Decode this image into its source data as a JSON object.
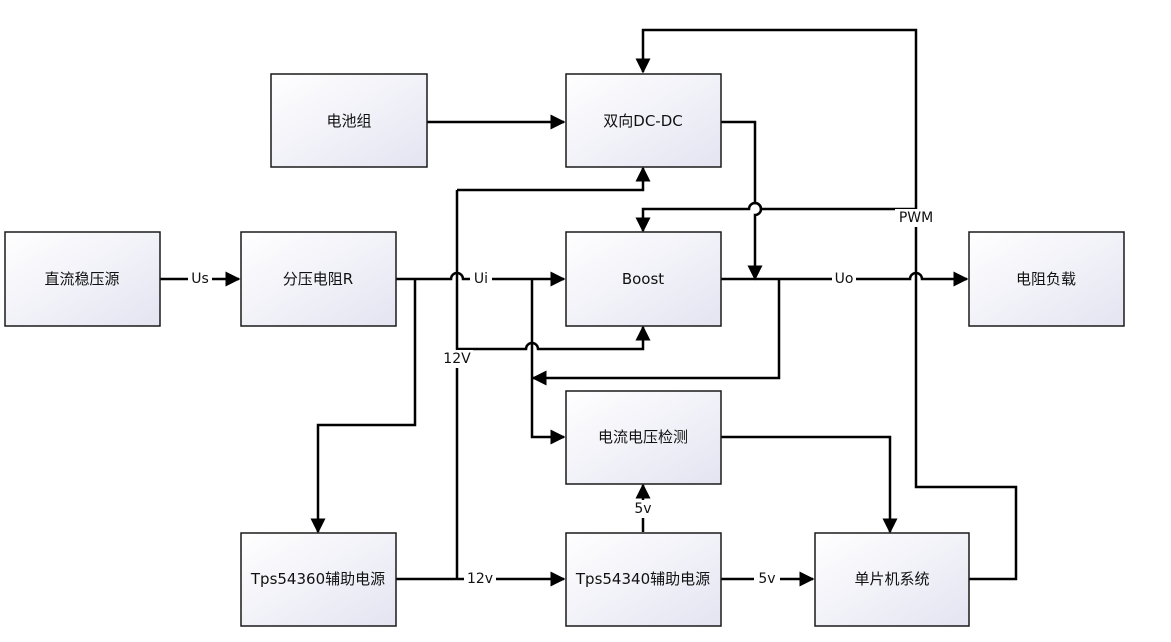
{
  "boxes": {
    "battery": "电池组",
    "bidir": "双向DC-DC",
    "dc_source": "直流稳压源",
    "divider": "分压电阻R",
    "boost": "Boost",
    "load": "电阻负载",
    "sensor": "电流电压检测",
    "tps54360": "Tps54360辅助电源",
    "tps54340": "Tps54340辅助电源",
    "mcu": "单片机系统"
  },
  "edges": {
    "us": "Us",
    "ui": "Ui",
    "uo": "Uo",
    "pwm": "PWM",
    "v12_vertical": "12V",
    "v12_horizontal": "12v",
    "v5_up": "5v",
    "v5_right": "5v"
  },
  "colors": {
    "box_fill_top": "#ffffff",
    "box_fill_bottom": "#e4e4f2",
    "line": "#000000"
  }
}
